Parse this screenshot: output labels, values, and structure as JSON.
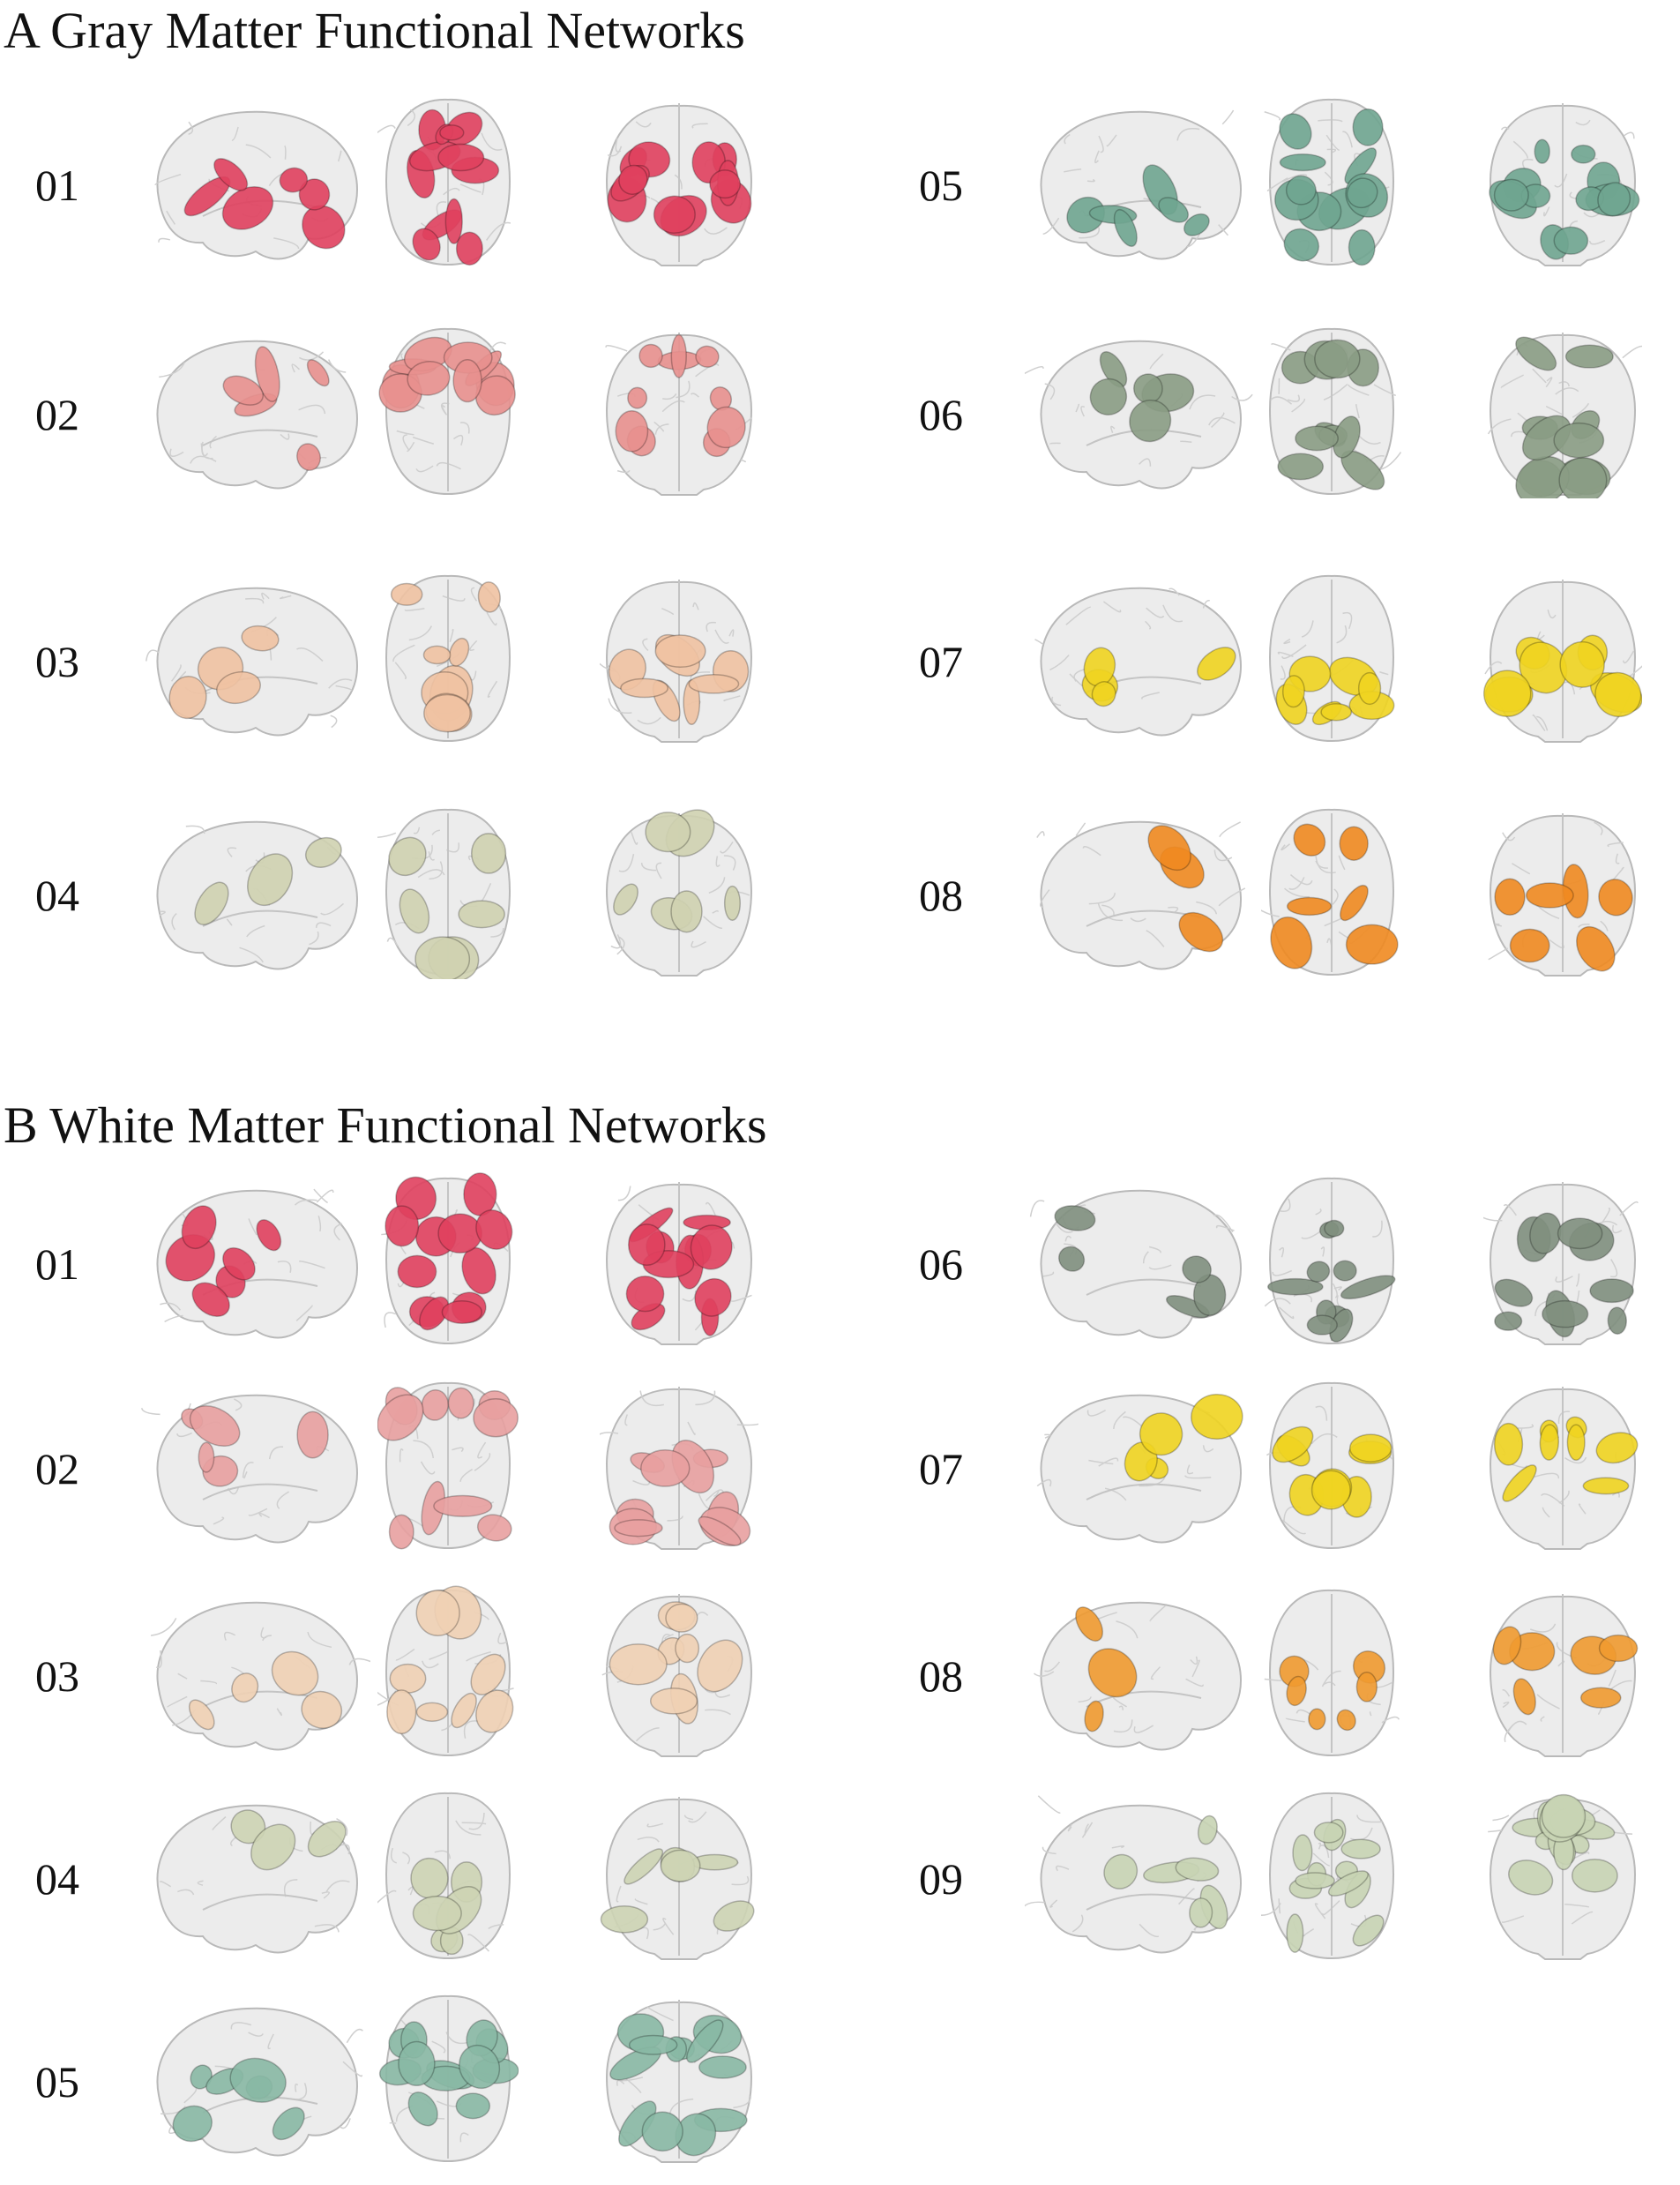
{
  "sections": [
    {
      "id": "A",
      "title": "A Gray Matter Functional Networks",
      "columns": [
        {
          "rows": [
            {
              "label": "01",
              "color": "#e0405e",
              "views": [
                "sagittal",
                "axial",
                "coronal"
              ]
            },
            {
              "label": "02",
              "color": "#e8908e",
              "views": [
                "sagittal",
                "axial",
                "coronal"
              ]
            },
            {
              "label": "03",
              "color": "#efc2a2",
              "views": [
                "sagittal",
                "axial",
                "coronal"
              ]
            },
            {
              "label": "04",
              "color": "#cfd1b0",
              "views": [
                "sagittal",
                "axial",
                "coronal"
              ]
            }
          ]
        },
        {
          "rows": [
            {
              "label": "05",
              "color": "#6fa590",
              "views": [
                "sagittal",
                "axial",
                "coronal"
              ]
            },
            {
              "label": "06",
              "color": "#8a9c84",
              "views": [
                "sagittal",
                "axial",
                "coronal"
              ]
            },
            {
              "label": "07",
              "color": "#f0d420",
              "views": [
                "sagittal",
                "axial",
                "coronal"
              ]
            },
            {
              "label": "08",
              "color": "#f08a20",
              "views": [
                "sagittal",
                "axial",
                "coronal"
              ]
            }
          ]
        }
      ]
    },
    {
      "id": "B",
      "title": "B White Matter Functional Networks",
      "columns": [
        {
          "rows": [
            {
              "label": "01",
              "color": "#e0405e",
              "views": [
                "sagittal",
                "axial",
                "coronal"
              ]
            },
            {
              "label": "02",
              "color": "#e8a0a0",
              "views": [
                "sagittal",
                "axial",
                "coronal"
              ]
            },
            {
              "label": "03",
              "color": "#efd0b4",
              "views": [
                "sagittal",
                "axial",
                "coronal"
              ]
            },
            {
              "label": "04",
              "color": "#cdd4b4",
              "views": [
                "sagittal",
                "axial",
                "coronal"
              ]
            },
            {
              "label": "05",
              "color": "#88b8a4",
              "views": [
                "sagittal",
                "axial",
                "coronal"
              ]
            }
          ]
        },
        {
          "rows": [
            {
              "label": "06",
              "color": "#7f8f7e",
              "views": [
                "sagittal",
                "axial",
                "coronal"
              ]
            },
            {
              "label": "07",
              "color": "#f0d420",
              "views": [
                "sagittal",
                "axial",
                "coronal"
              ]
            },
            {
              "label": "08",
              "color": "#f09a30",
              "views": [
                "sagittal",
                "axial",
                "coronal"
              ]
            },
            {
              "label": "09",
              "color": "#c8d4b4",
              "views": [
                "sagittal",
                "axial",
                "coronal"
              ]
            }
          ]
        }
      ]
    }
  ],
  "icons": {
    "sagittal": "brain-sagittal-icon",
    "axial": "brain-axial-icon",
    "coronal": "brain-coronal-icon"
  }
}
